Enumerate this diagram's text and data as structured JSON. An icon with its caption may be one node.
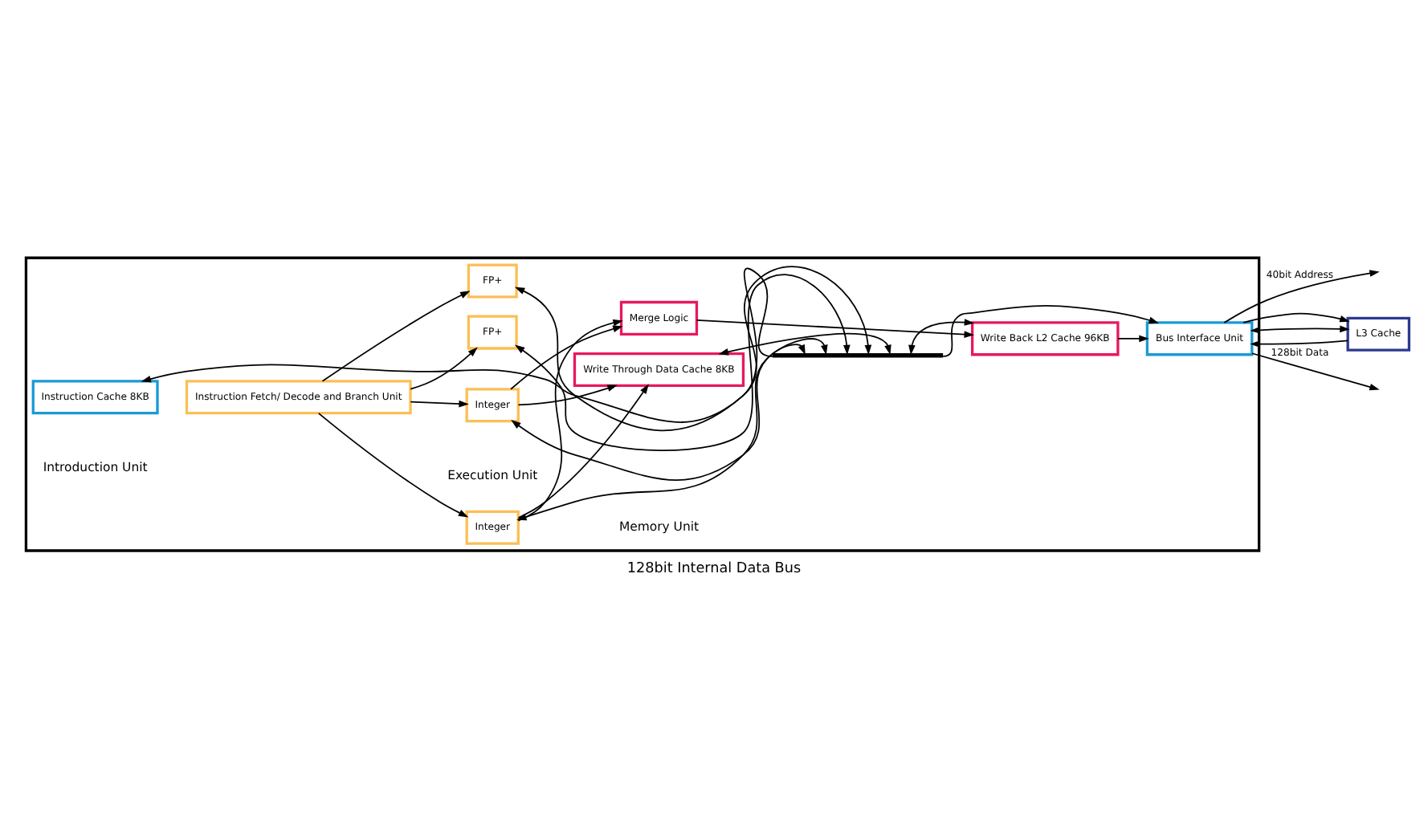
{
  "diagram": {
    "caption": "128bit Internal Data Bus",
    "nodes": [
      {
        "text": [],
        "shape": "box"
      },
      {
        "text": [
          "Instruction Cache 8KB"
        ],
        "in": 0
      },
      {
        "text": [
          "Instruction Fetch/ Decode and Branch Unit"
        ],
        "in": 0
      },
      {
        "text": [
          "Integer"
        ],
        "in": 0
      },
      {
        "text": [
          "Integer"
        ],
        "in": 0
      },
      {
        "text": [
          "FP+"
        ],
        "in": 0
      },
      {
        "text": [
          "FP+"
        ],
        "in": 0
      },
      {
        "text": [
          "Merge Logic"
        ],
        "in": 0
      },
      {
        "text": [
          "Write Through Data Cache 8KB"
        ],
        "in": 0
      },
      {
        "text": [
          "Write Back L2 Cache 96KB"
        ],
        "in": 0
      },
      {
        "text": [
          "Bus Interface Unit"
        ],
        "in": 0
      },
      {
        "text": [
          "L3 Cache"
        ]
      },
      {
        "text": [],
        "shape": "bar",
        "in": 0
      }
    ],
    "edges": [
      {
        "from": 2,
        "to": 3,
        "arrow": "to"
      },
      {
        "from": 2,
        "to": 4,
        "arrow": "to"
      },
      {
        "from": 2,
        "to": 5,
        "arrow": "to"
      },
      {
        "from": 2,
        "to": 6,
        "arrow": "to"
      },
      {
        "from": 3,
        "to": 7,
        "arrow": "to"
      },
      {
        "from": 3,
        "to": 8,
        "arrow": "to"
      },
      {
        "from": 4,
        "to": 7,
        "arrow": "to"
      },
      {
        "from": 4,
        "to": 8,
        "arrow": "to"
      },
      {
        "from": 7,
        "to": 9,
        "arrow": "to"
      },
      {
        "from": 9,
        "to": 10,
        "arrow": "to"
      },
      {
        "from": 11,
        "to": 10,
        "arrow": "to"
      },
      {
        "from": 10,
        "to": null,
        "arrow": "to",
        "label": "40bit Address"
      },
      {
        "from": 10,
        "to": 11,
        "arrow": "to"
      },
      {
        "from": 10,
        "to": null,
        "arrow": "to",
        "label": "128bit Data"
      },
      {
        "from": 11,
        "to": 10,
        "arrow": "both"
      },
      {
        "from": 12,
        "to": 1,
        "arrow": "to"
      },
      {
        "from": 12,
        "to": 3,
        "arrow": "both"
      },
      {
        "from": 12,
        "to": 4,
        "arrow": "both"
      },
      {
        "from": 12,
        "to": 5,
        "arrow": "both"
      },
      {
        "from": 12,
        "to": 6,
        "arrow": "both"
      },
      {
        "from": 12,
        "to": 8,
        "arrow": "both"
      },
      {
        "from": 12,
        "to": 9,
        "arrow": "both"
      },
      {
        "from": 12,
        "to": 10,
        "arrow": "to"
      }
    ],
    "labels": [
      "Introduction Unit",
      "Execution Unit",
      "Memory Unit"
    ]
  }
}
